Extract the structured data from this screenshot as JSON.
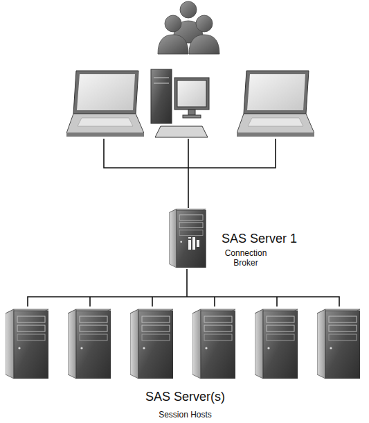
{
  "diagram": {
    "nodes": [
      {
        "text": [
          "SAS Server 1",
          "Connection Broker"
        ]
      },
      {
        "text": [
          "SAS Server(s)",
          "Session Hosts"
        ]
      }
    ],
    "edges": [
      {
        "from": 0,
        "to": 1,
        "arrow": "none"
      }
    ]
  }
}
